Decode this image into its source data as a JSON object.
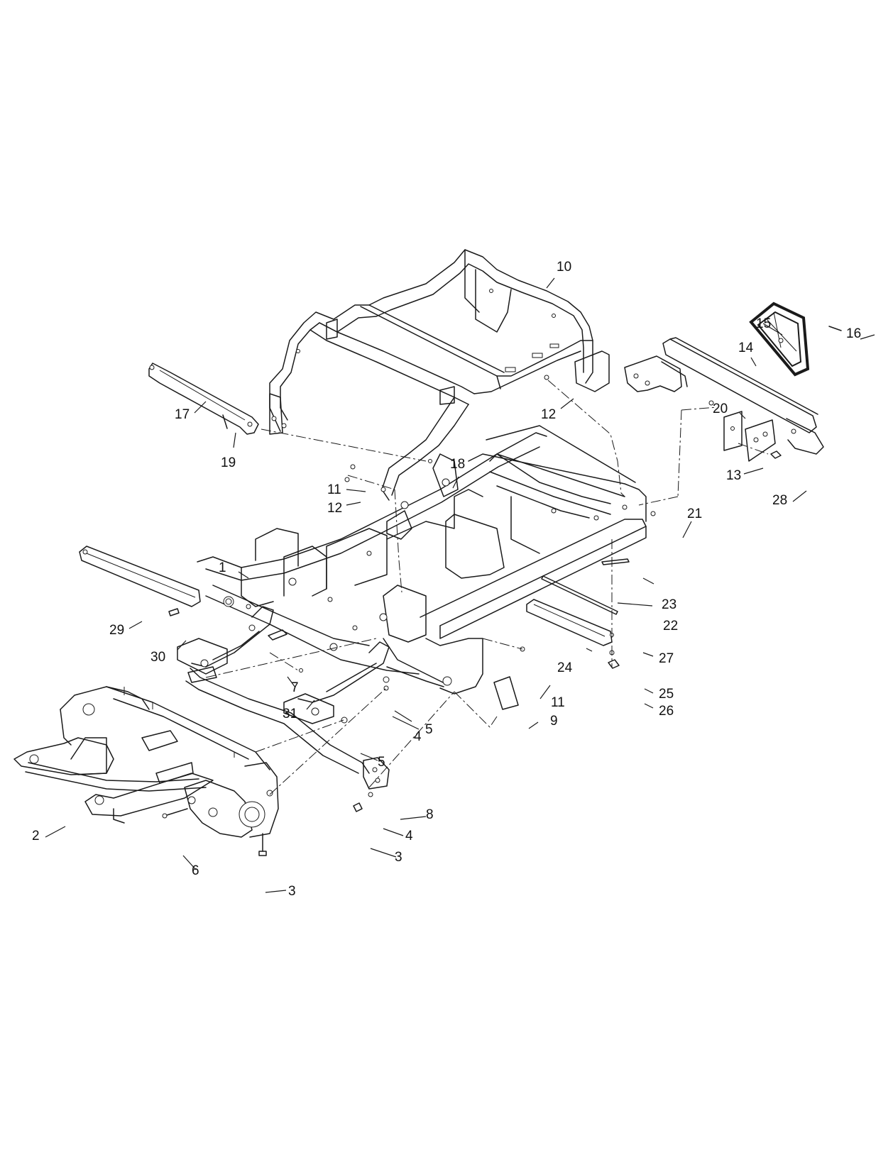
{
  "callouts": [
    {
      "id": "c1",
      "text": "1"
    },
    {
      "id": "c2",
      "text": "2"
    },
    {
      "id": "c3a",
      "text": "3"
    },
    {
      "id": "c3b",
      "text": "3"
    },
    {
      "id": "c4a",
      "text": "4"
    },
    {
      "id": "c4b",
      "text": "4"
    },
    {
      "id": "c5a",
      "text": "5"
    },
    {
      "id": "c5b",
      "text": "5"
    },
    {
      "id": "c6",
      "text": "6"
    },
    {
      "id": "c7",
      "text": "7"
    },
    {
      "id": "c8",
      "text": "8"
    },
    {
      "id": "c9",
      "text": "9"
    },
    {
      "id": "c10",
      "text": "10"
    },
    {
      "id": "c11a",
      "text": "11"
    },
    {
      "id": "c11b",
      "text": "11"
    },
    {
      "id": "c12a",
      "text": "12"
    },
    {
      "id": "c12b",
      "text": "12"
    },
    {
      "id": "c13",
      "text": "13"
    },
    {
      "id": "c14",
      "text": "14"
    },
    {
      "id": "c15",
      "text": "15"
    },
    {
      "id": "c16",
      "text": "16"
    },
    {
      "id": "c17",
      "text": "17"
    },
    {
      "id": "c18",
      "text": "18"
    },
    {
      "id": "c19",
      "text": "19"
    },
    {
      "id": "c20",
      "text": "20"
    },
    {
      "id": "c21",
      "text": "21"
    },
    {
      "id": "c22",
      "text": "22"
    },
    {
      "id": "c23",
      "text": "23"
    },
    {
      "id": "c24",
      "text": "24"
    },
    {
      "id": "c25",
      "text": "25"
    },
    {
      "id": "c26",
      "text": "26"
    },
    {
      "id": "c27",
      "text": "27"
    },
    {
      "id": "c28",
      "text": "28"
    },
    {
      "id": "c29",
      "text": "29"
    },
    {
      "id": "c30",
      "text": "30"
    },
    {
      "id": "c31",
      "text": "31"
    }
  ],
  "colors": {
    "line": "#1a1a1a",
    "background": "#ffffff"
  }
}
